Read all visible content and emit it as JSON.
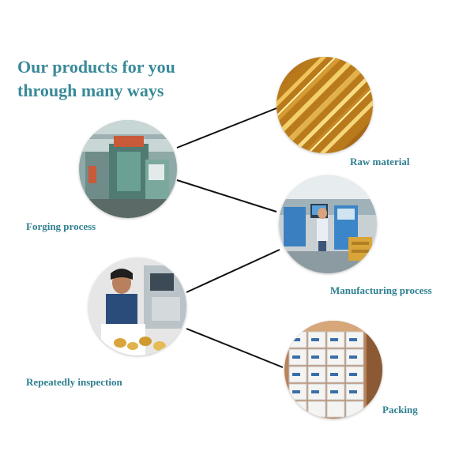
{
  "heading": {
    "line1": "Our products for you",
    "line2": "through many ways"
  },
  "stages": {
    "raw_material": "Raw material",
    "forging": "Forging process",
    "manufacturing": "Manufacturing process",
    "inspection": "Repeatedly inspection",
    "packing": "Packing"
  },
  "colors": {
    "title": "#3a8a99",
    "label": "#2f7f8f",
    "connector": "#111111",
    "brass": "#d9a53a"
  }
}
